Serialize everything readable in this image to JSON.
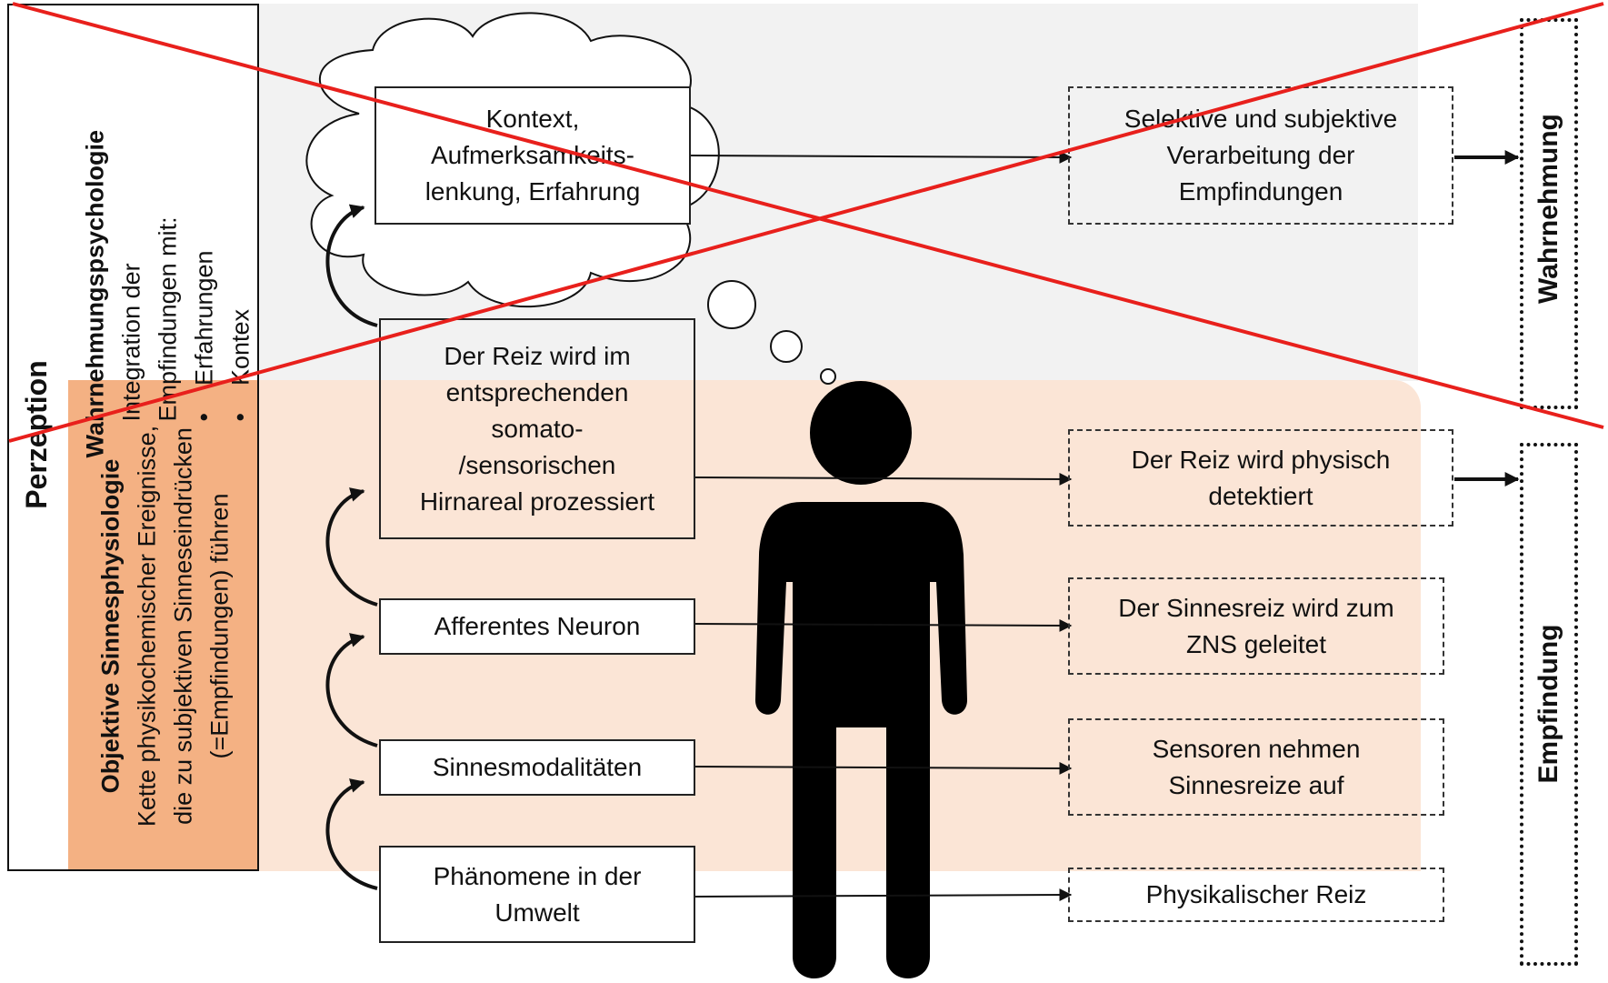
{
  "left_panel": {
    "perzeption": "Perzeption",
    "psych_title": "Wahrnehmungspsychologie",
    "psych_line1": "Integration der",
    "psych_line2": "Empfindungen mit:",
    "psych_bullet1": "Erfahrungen",
    "psych_bullet2": "Kontex",
    "physio_title": "Objektive Sinnesphysiologie",
    "physio_line1": "Kette physikochemischer Ereignisse,",
    "physio_line2": "die zu subjektiven Sinneseindrücken",
    "physio_line3": "(=Empfindungen) führen"
  },
  "center_boxes": {
    "kontext": [
      "Kontext,",
      "Aufmerksamkeits-",
      "lenkung, Erfahrung"
    ],
    "reiz": [
      "Der Reiz wird im",
      "entsprechenden",
      "somato-",
      "/sensorischen",
      "Hirnareal prozessiert"
    ],
    "afferent": "Afferentes Neuron",
    "modalitaeten": "Sinnesmodalitäten",
    "phaenomene": [
      "Phänomene in der",
      "Umwelt"
    ]
  },
  "right_boxes": {
    "selektiv": [
      "Selektive und subjektive",
      "Verarbeitung der",
      "Empfindungen"
    ],
    "detektiert": [
      "Der Reiz wird physisch",
      "detektiert"
    ],
    "zns": [
      "Der Sinnesreiz wird zum",
      "ZNS geleitet"
    ],
    "sensoren": [
      "Sensoren nehmen",
      "Sinnesreize auf"
    ],
    "physikalisch": "Physikalischer Reiz"
  },
  "outcomes": {
    "wahrnehmung": "Wahrnehmung",
    "empfindung": "Empfindung"
  },
  "colors": {
    "top_band": "#f2f2f2",
    "bottom_band": "#fbe5d6",
    "orange": "#f4b183",
    "cross": "#e8201c"
  }
}
